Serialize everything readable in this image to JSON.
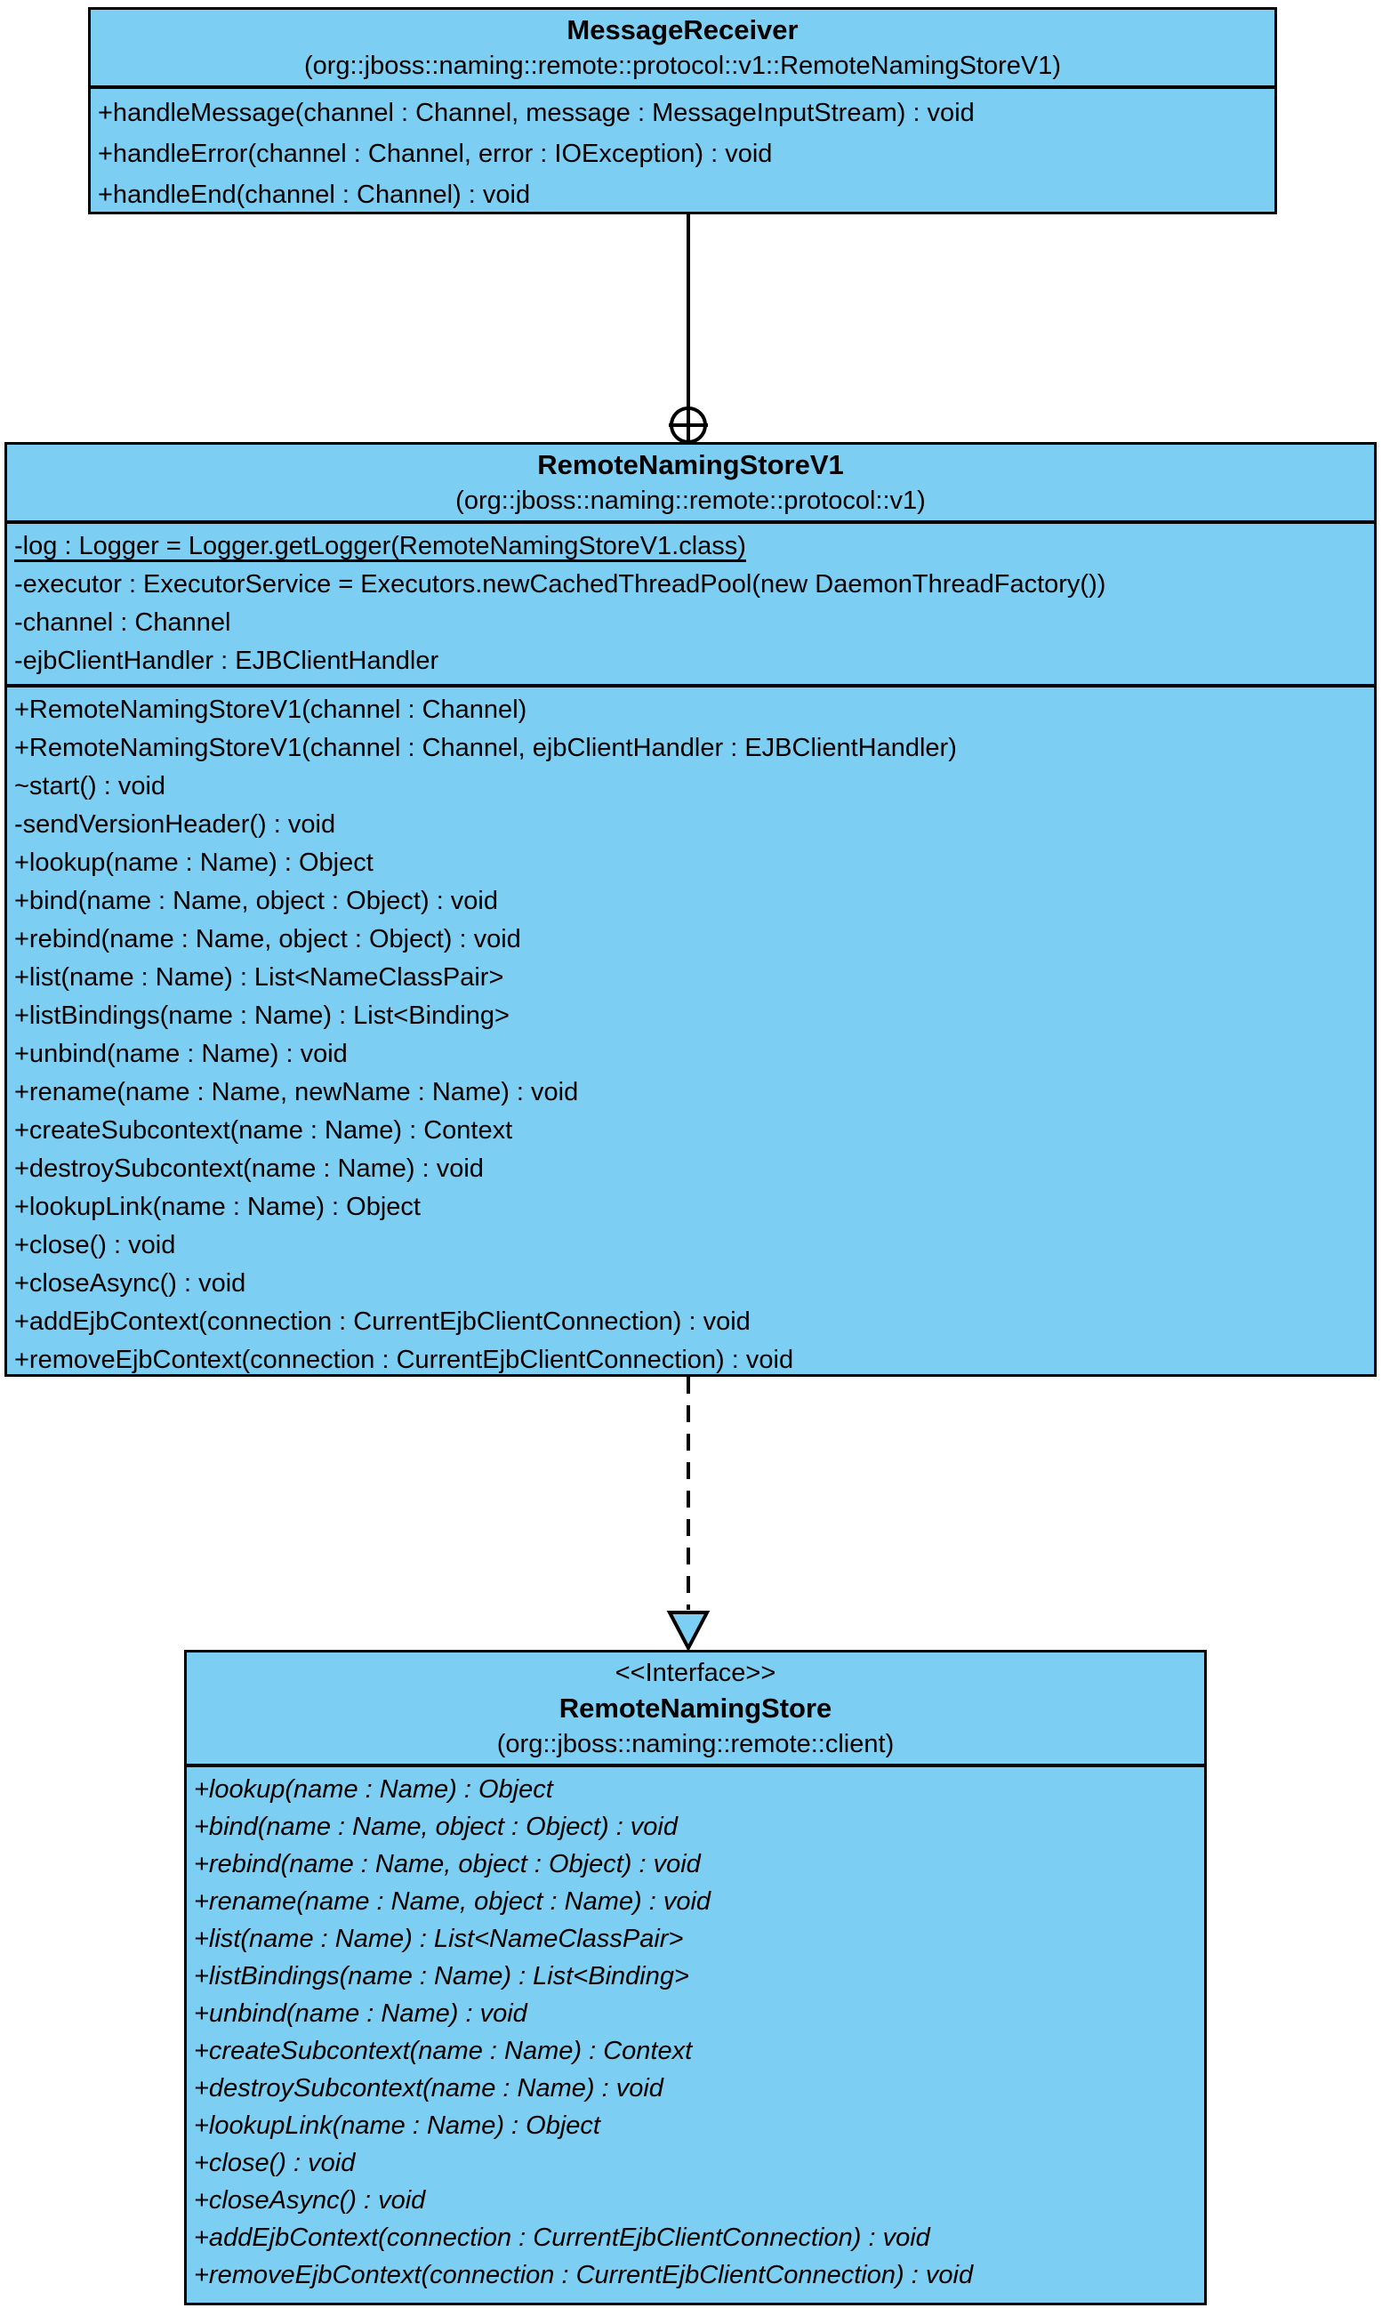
{
  "colors": {
    "class_fill": "#7ccef2",
    "border": "#000000",
    "canvas": "#ffffff"
  },
  "classes": {
    "messageReceiver": {
      "name": "MessageReceiver",
      "package": "(org::jboss::naming::remote::protocol::v1::RemoteNamingStoreV1)",
      "methods": [
        "+handleMessage(channel : Channel, message : MessageInputStream) : void",
        "+handleError(channel : Channel, error : IOException) : void",
        "+handleEnd(channel : Channel) : void"
      ]
    },
    "remoteNamingStoreV1": {
      "name": "RemoteNamingStoreV1",
      "package": "(org::jboss::naming::remote::protocol::v1)",
      "attributes": [
        {
          "text": "-log : Logger = Logger.getLogger(RemoteNamingStoreV1.class)",
          "static": true
        },
        {
          "text": "-executor : ExecutorService = Executors.newCachedThreadPool(new DaemonThreadFactory())",
          "static": false
        },
        {
          "text": "-channel : Channel",
          "static": false
        },
        {
          "text": "-ejbClientHandler : EJBClientHandler",
          "static": false
        }
      ],
      "methods": [
        "+RemoteNamingStoreV1(channel : Channel)",
        "+RemoteNamingStoreV1(channel : Channel, ejbClientHandler : EJBClientHandler)",
        "~start() : void",
        "-sendVersionHeader() : void",
        "+lookup(name : Name) : Object",
        "+bind(name : Name, object : Object) : void",
        "+rebind(name : Name, object : Object) : void",
        "+list(name : Name) : List<NameClassPair>",
        "+listBindings(name : Name) : List<Binding>",
        "+unbind(name : Name) : void",
        "+rename(name : Name, newName : Name) : void",
        "+createSubcontext(name : Name) : Context",
        "+destroySubcontext(name : Name) : void",
        "+lookupLink(name : Name) : Object",
        "+close() : void",
        "+closeAsync() : void",
        "+addEjbContext(connection : CurrentEjbClientConnection) : void",
        "+removeEjbContext(connection : CurrentEjbClientConnection) : void"
      ]
    },
    "remoteNamingStore": {
      "stereotype": "<<Interface>>",
      "name": "RemoteNamingStore",
      "package": "(org::jboss::naming::remote::client)",
      "methods": [
        "+lookup(name : Name) : Object",
        "+bind(name : Name, object : Object) : void",
        "+rebind(name : Name, object : Object) : void",
        "+rename(name : Name, object : Name) : void",
        "+list(name : Name) : List<NameClassPair>",
        "+listBindings(name : Name) : List<Binding>",
        "+unbind(name : Name) : void",
        "+createSubcontext(name : Name) : Context",
        "+destroySubcontext(name : Name) : void",
        "+lookupLink(name : Name) : Object",
        "+close() : void",
        "+closeAsync() : void",
        "+addEjbContext(connection : CurrentEjbClientConnection) : void",
        "+removeEjbContext(connection : CurrentEjbClientConnection) : void"
      ]
    }
  },
  "connectors": [
    {
      "type": "nesting",
      "symbol": "circled-plus",
      "from": "MessageReceiver",
      "to": "RemoteNamingStoreV1"
    },
    {
      "type": "realization",
      "symbol": "dashed-hollow-triangle",
      "from": "RemoteNamingStoreV1",
      "to": "RemoteNamingStore"
    }
  ]
}
